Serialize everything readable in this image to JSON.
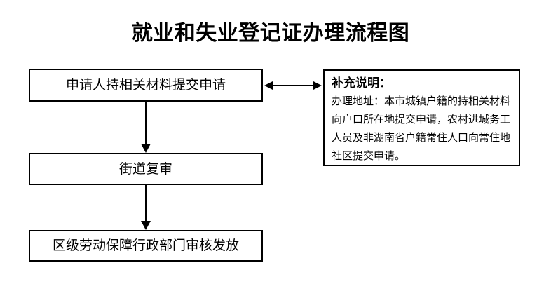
{
  "title": "就业和失业登记证办理流程图",
  "flowchart": {
    "steps": [
      {
        "id": "step-1",
        "label": "申请人持相关材料提交申请"
      },
      {
        "id": "step-2",
        "label": "街道复审"
      },
      {
        "id": "step-3",
        "label": "区级劳动保障行政部门审核发放"
      }
    ],
    "connectors": [
      {
        "type": "arrow-down",
        "from": "step-1",
        "to": "step-2"
      },
      {
        "type": "arrow-down",
        "from": "step-2",
        "to": "step-3"
      },
      {
        "type": "arrow-double-horizontal",
        "from": "step-1",
        "to": "note"
      }
    ]
  },
  "note": {
    "heading": "补充说明：",
    "body_lines": [
      "办理地址：本市城镇户籍的持相关材料",
      "向户口所在地提交申请，农村进城务工",
      "人员及非湖南省户籍常住人口向常住地",
      "社区提交申请。"
    ]
  },
  "colors": {
    "ink": "#000000",
    "background": "#ffffff"
  }
}
